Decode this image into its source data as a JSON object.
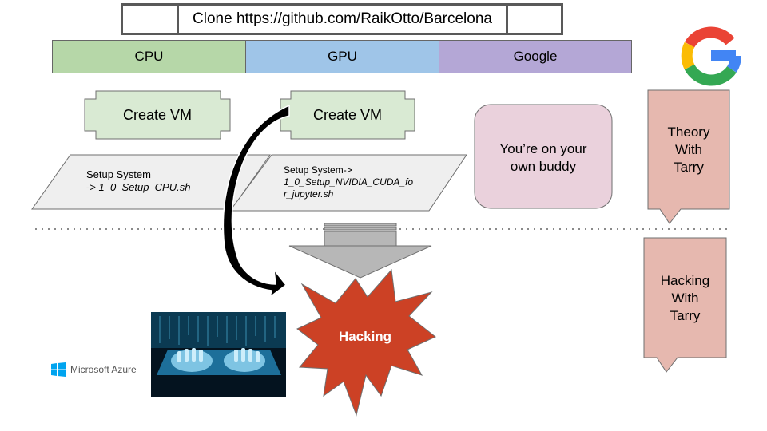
{
  "header": {
    "clone_text": "Clone https://github.com/RaikOtto/Barcelona"
  },
  "columns": {
    "cpu": "CPU",
    "gpu": "GPU",
    "google": "Google"
  },
  "cpu": {
    "create_vm": "Create VM",
    "setup_line1": "Setup System",
    "setup_arrow": "-> ",
    "setup_script": "1_0_Setup_CPU.sh"
  },
  "gpu": {
    "create_vm": "Create VM",
    "setup_line1": "Setup System->",
    "setup_script_line1": "1_0_Setup_NVIDIA_CUDA_fo",
    "setup_script_line2": "r_jupyter.sh"
  },
  "google": {
    "own_line1": "You’re on your",
    "own_line2": "own buddy"
  },
  "theory": {
    "line1": "Theory",
    "line2": "With",
    "line3": "Tarry"
  },
  "hacking_tarry": {
    "line1": "Hacking",
    "line2": "With",
    "line3": "Tarry"
  },
  "hacking_star": "Hacking",
  "azure_label": "Microsoft Azure",
  "colors": {
    "cpu": "#b6d7a8",
    "gpu": "#9fc5e8",
    "google": "#b4a7d6",
    "create_vm_fill": "#d9ead3",
    "setup_fill": "#efefef",
    "own_buddy_fill": "#ead1dc",
    "tarry_fill": "#e6b8af",
    "hacking_star": "#cc4125",
    "down_arrow": "#b7b7b7"
  }
}
